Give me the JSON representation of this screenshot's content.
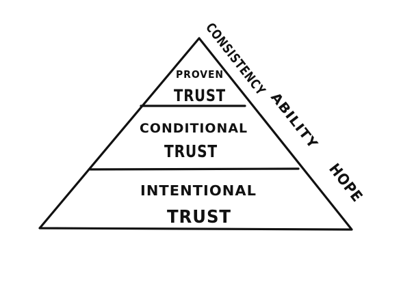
{
  "diagram": {
    "tiers": [
      {
        "line1": "PROVEN",
        "line2": "TRUST"
      },
      {
        "line1": "CONDITIONAL",
        "line2": "TRUST"
      },
      {
        "line1": "INTENTIONAL",
        "line2": "TRUST"
      }
    ],
    "side_labels": {
      "top": "CONSISTENCY",
      "middle": "ABILITY",
      "bottom": "HOPE"
    }
  }
}
